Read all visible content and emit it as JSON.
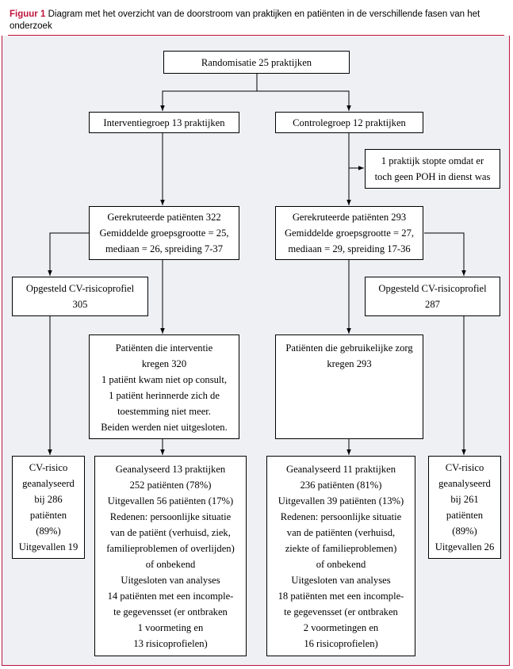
{
  "caption": {
    "label": "Figuur 1",
    "text": "Diagram met het overzicht van de doorstroom van praktijken en patiënten in de verschillende fasen van het onderzoek"
  },
  "nodes": {
    "randomisation": [
      "Randomisatie 25 praktijken"
    ],
    "intervention_group": [
      "Interventiegroep 13 praktijken"
    ],
    "control_group": [
      "Controlegroep 12 praktijken"
    ],
    "control_dropout": [
      "1 praktijk stopte omdat er",
      "toch geen POH in dienst was"
    ],
    "intervention_recruited": [
      "Gerekruteerde patiënten 322",
      "Gemiddelde groepsgrootte = 25,",
      "mediaan = 26, spreiding 7-37"
    ],
    "control_recruited": [
      "Gerekruteerde patiënten 293",
      "Gemiddelde groepsgrootte = 27,",
      "mediaan = 29, spreiding 17-36"
    ],
    "intervention_profile": [
      "Opgesteld CV-risicoprofiel",
      "305"
    ],
    "control_profile": [
      "Opgesteld CV-risicoprofiel",
      "287"
    ],
    "intervention_received": [
      "Patiënten die interventie",
      "kregen 320",
      "1 patiënt kwam niet op consult,",
      "1 patiënt herinnerde zich de",
      "toestemming niet meer.",
      "Beiden werden niet uitgesloten."
    ],
    "control_received": [
      "Patiënten die gebruikelijke zorg",
      "kregen 293"
    ],
    "intervention_cv_analysed": [
      "CV-risico",
      "geanalyseerd",
      "bij 286",
      "patiënten",
      "(89%)",
      "Uitgevallen 19"
    ],
    "intervention_analysed": [
      "Geanalyseerd 13 praktijken",
      "252 patiënten (78%)",
      "Uitgevallen 56 patiënten (17%)",
      "Redenen: persoonlijke situatie",
      "van de patiënt (verhuisd, ziek,",
      "familieproblemen of overlijden)",
      "of onbekend",
      "Uitgesloten van analyses",
      "14 patiënten met een incomple-",
      "te gegevensset (er ontbraken",
      "1 voormeting en",
      "13 risicoprofielen)"
    ],
    "control_analysed": [
      "Geanalyseerd 11 praktijken",
      "236 patiënten (81%)",
      "Uitgevallen 39 patiënten (13%)",
      "Redenen: persoonlijke situatie",
      "van de patiënten (verhuisd,",
      "ziekte of familieproblemen)",
      "of onbekend",
      "Uitgesloten van analyses",
      "18 patiënten met een incomple-",
      "te gegevensset (er ontbraken",
      "2 voormetingen en",
      "16 risicoprofielen)"
    ],
    "control_cv_analysed": [
      "CV-risico",
      "geanalyseerd",
      "bij 261",
      "patiënten",
      "(89%)",
      "Uitgevallen 26"
    ]
  },
  "colors": {
    "accent": "#c0143c",
    "panel": "#eef0f4"
  }
}
